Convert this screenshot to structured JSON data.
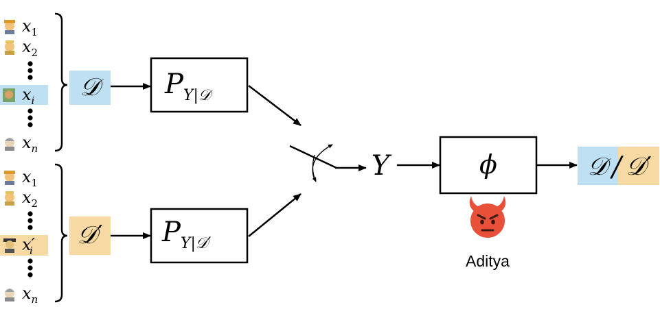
{
  "top_group": {
    "items": [
      {
        "label": "x",
        "sub": "1"
      },
      {
        "label": "x",
        "sub": "2"
      },
      {
        "label": "x",
        "sub": "i"
      },
      {
        "label": "x",
        "sub": "n"
      }
    ],
    "dataset": "𝒟",
    "highlight_color": "#bfe0f2"
  },
  "bottom_group": {
    "items": [
      {
        "label": "x",
        "sub": "1"
      },
      {
        "label": "x",
        "sub": "2"
      },
      {
        "label": "x′",
        "sub": "i"
      },
      {
        "label": "x",
        "sub": "n"
      }
    ],
    "dataset": "𝒟′",
    "highlight_color": "#f7d9a3"
  },
  "boxes": {
    "top_p": "P",
    "top_p_sub": "Y|𝒟",
    "bottom_p": "P",
    "bottom_p_sub": "Y|𝒟′",
    "phi": "ϕ"
  },
  "output_y": "Y",
  "result": {
    "left": "𝒟",
    "sep": "/",
    "right": "𝒟′"
  },
  "adversary": {
    "name": "Aditya",
    "face_color": "#e8503a"
  }
}
